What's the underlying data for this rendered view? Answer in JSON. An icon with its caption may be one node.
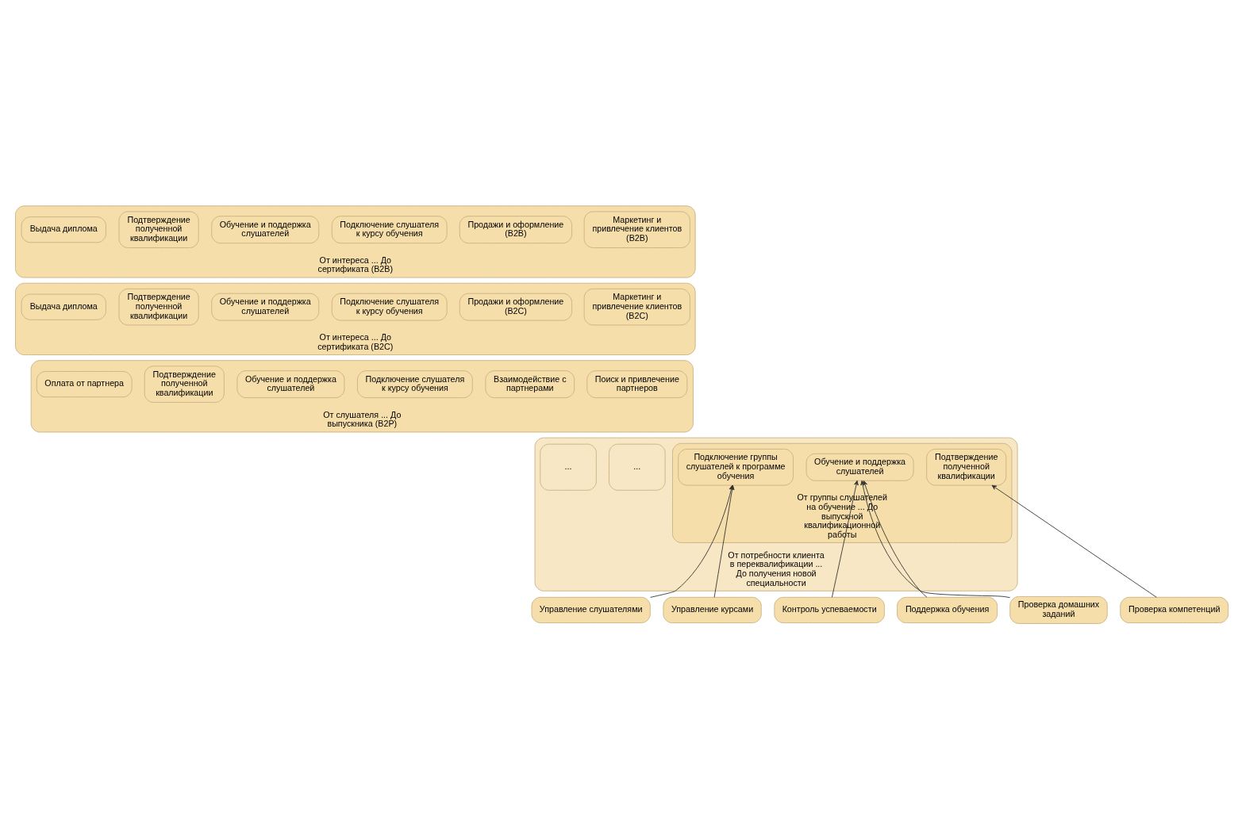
{
  "diagram": {
    "nodes": [
      {
        "text": [
          "От интереса ... До сертификата (B2B)"
        ]
      },
      {
        "text": [
          "Маркетинг и привлечение клиентов (B2B)"
        ],
        "in": 0
      },
      {
        "text": [
          "Продажи и оформление (B2B)"
        ],
        "in": 0
      },
      {
        "text": [
          "Подключение слушателя к курсу обучения"
        ],
        "in": 0
      },
      {
        "text": [
          "Обучение и поддержка слушателей"
        ],
        "in": 0
      },
      {
        "text": [
          "Подтверждение полученной квалификации"
        ],
        "in": 0
      },
      {
        "text": [
          "Выдача диплома"
        ],
        "in": 0
      },
      {
        "text": [
          "От интереса ... До сертификата (B2C)"
        ]
      },
      {
        "text": [
          "Маркетинг и привлечение клиентов (B2C)"
        ],
        "in": 7
      },
      {
        "text": [
          "Продажи и оформление (B2C)"
        ],
        "in": 7
      },
      {
        "text": [
          "Подключение слушателя к курсу обучения"
        ],
        "in": 7
      },
      {
        "text": [
          "Обучение и поддержка слушателей"
        ],
        "in": 7
      },
      {
        "text": [
          "Подтверждение полученной квалификации"
        ],
        "in": 7
      },
      {
        "text": [
          "Выдача диплома"
        ],
        "in": 7
      },
      {
        "text": [
          "От слушателя ... До выпускника (B2P)"
        ]
      },
      {
        "text": [
          "Поиск и привлечение партнеров"
        ],
        "in": 14
      },
      {
        "text": [
          "Взаимодействие с партнерами"
        ],
        "in": 14
      },
      {
        "text": [
          "Подключение слушателя к курсу обучения"
        ],
        "in": 14
      },
      {
        "text": [
          "Обучение и поддержка слушателей"
        ],
        "in": 14
      },
      {
        "text": [
          "Подтверждение полученной квалификации"
        ],
        "in": 14
      },
      {
        "text": [
          "Оплата от партнера"
        ],
        "in": 14
      },
      {
        "text": [
          "От потребности клиента в переквалификации ... До получения новой специальности"
        ]
      },
      {
        "text": [
          "..."
        ],
        "in": 21
      },
      {
        "text": [
          "От группы слушателей на обучение ... До выпускной квалификационной работы"
        ],
        "in": 21
      },
      {
        "text": [
          "Подключение группы слушателей к программе обучения"
        ],
        "in": 23
      },
      {
        "text": [
          "Обучение и поддержка слушателей"
        ],
        "in": 23
      },
      {
        "text": [
          "Подтверждение полученной квалификации"
        ],
        "in": 23
      },
      {
        "text": [
          "..."
        ],
        "in": 21
      },
      {
        "text": [
          "Управление слушателями"
        ]
      },
      {
        "text": [
          "Управление курсами"
        ]
      },
      {
        "text": [
          "Контроль успеваемости"
        ]
      },
      {
        "text": [
          "Поддержка обучения"
        ]
      },
      {
        "text": [
          "Проверка домашних заданий"
        ]
      },
      {
        "text": [
          "Проверка компетенций"
        ]
      }
    ],
    "edges": [
      {
        "from": 28,
        "to": 24,
        "arrow": "to"
      },
      {
        "from": 29,
        "to": 24,
        "arrow": "to"
      },
      {
        "from": 30,
        "to": 25,
        "arrow": "to"
      },
      {
        "from": 31,
        "to": 25,
        "arrow": "to"
      },
      {
        "from": 32,
        "to": 25,
        "arrow": "to"
      },
      {
        "from": 33,
        "to": 26,
        "arrow": "to"
      }
    ]
  }
}
